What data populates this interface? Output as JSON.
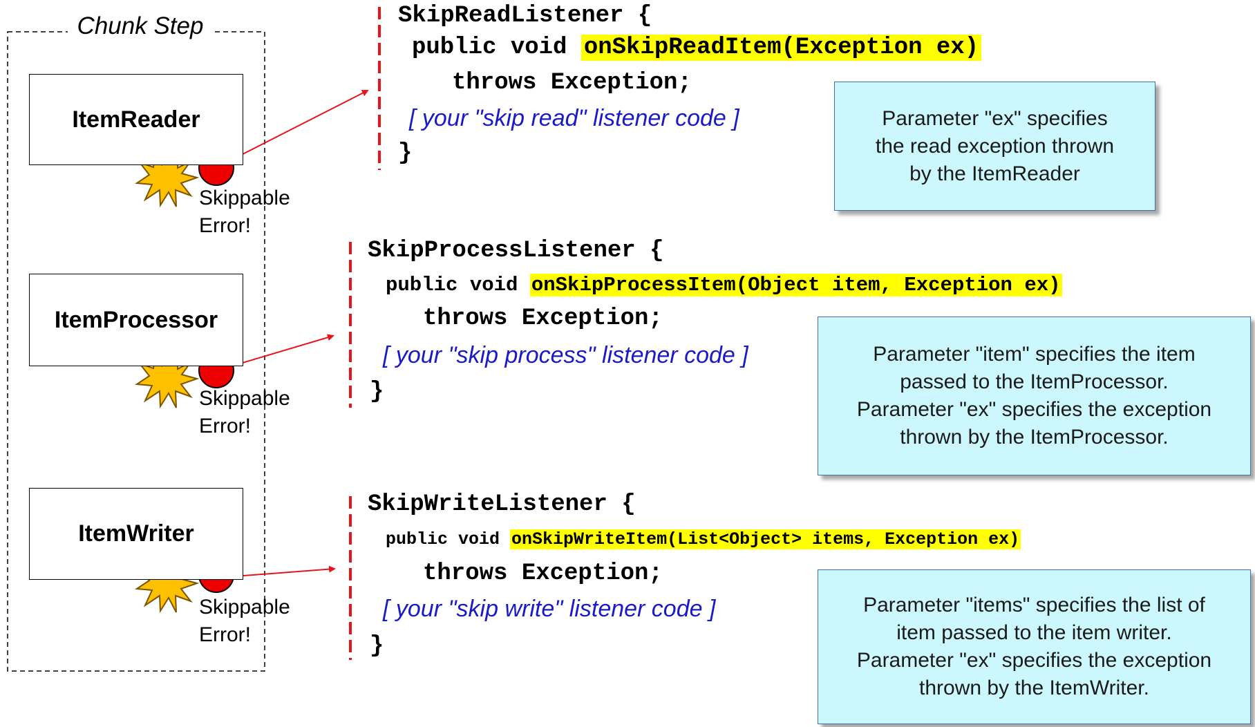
{
  "chunk_step": {
    "title": "Chunk Step"
  },
  "components": [
    {
      "name": "ItemReader",
      "skip_label": "Skippable\nError!"
    },
    {
      "name": "ItemProcessor",
      "skip_label": "Skippable\nError!"
    },
    {
      "name": "ItemWriter",
      "skip_label": "Skippable\nError!"
    }
  ],
  "listeners": [
    {
      "interface": "SkipReadListener {",
      "prefix": "public void ",
      "signature": "onSkipReadItem(Exception ex)",
      "throws": "throws Exception;",
      "code_hint": "[ your \"skip read\" listener code ]",
      "close": "}",
      "note": "Parameter \"ex\" specifies\nthe read exception thrown\nby the ItemReader"
    },
    {
      "interface": "SkipProcessListener {",
      "prefix": "public void ",
      "signature": "onSkipProcessItem(Object item, Exception ex)",
      "throws": "throws Exception;",
      "code_hint": "[ your \"skip process\" listener code ]",
      "close": "}",
      "note": "Parameter \"item\" specifies the item\npassed to the ItemProcessor.\nParameter \"ex\" specifies the exception\nthrown by the ItemProcessor."
    },
    {
      "interface": "SkipWriteListener {",
      "prefix": "public void ",
      "signature": "onSkipWriteItem(List<Object> items, Exception ex)",
      "throws": "throws Exception;",
      "code_hint": "[ your \"skip write\" listener code ]",
      "close": "}",
      "note": "Parameter \"items\" specifies the list of\nitem passed to the item writer.\nParameter \"ex\" specifies the exception\nthrown by the ItemWriter."
    }
  ],
  "colors": {
    "arrow": "#e8141c",
    "code_marker": "#e8141c",
    "highlight": "#ffff00",
    "error_dot": "#ee0000",
    "burst": "#ffc000",
    "note_fill": "#ccf8fd",
    "note_border": "#41719c",
    "comment_text": "#1a1ac8"
  }
}
